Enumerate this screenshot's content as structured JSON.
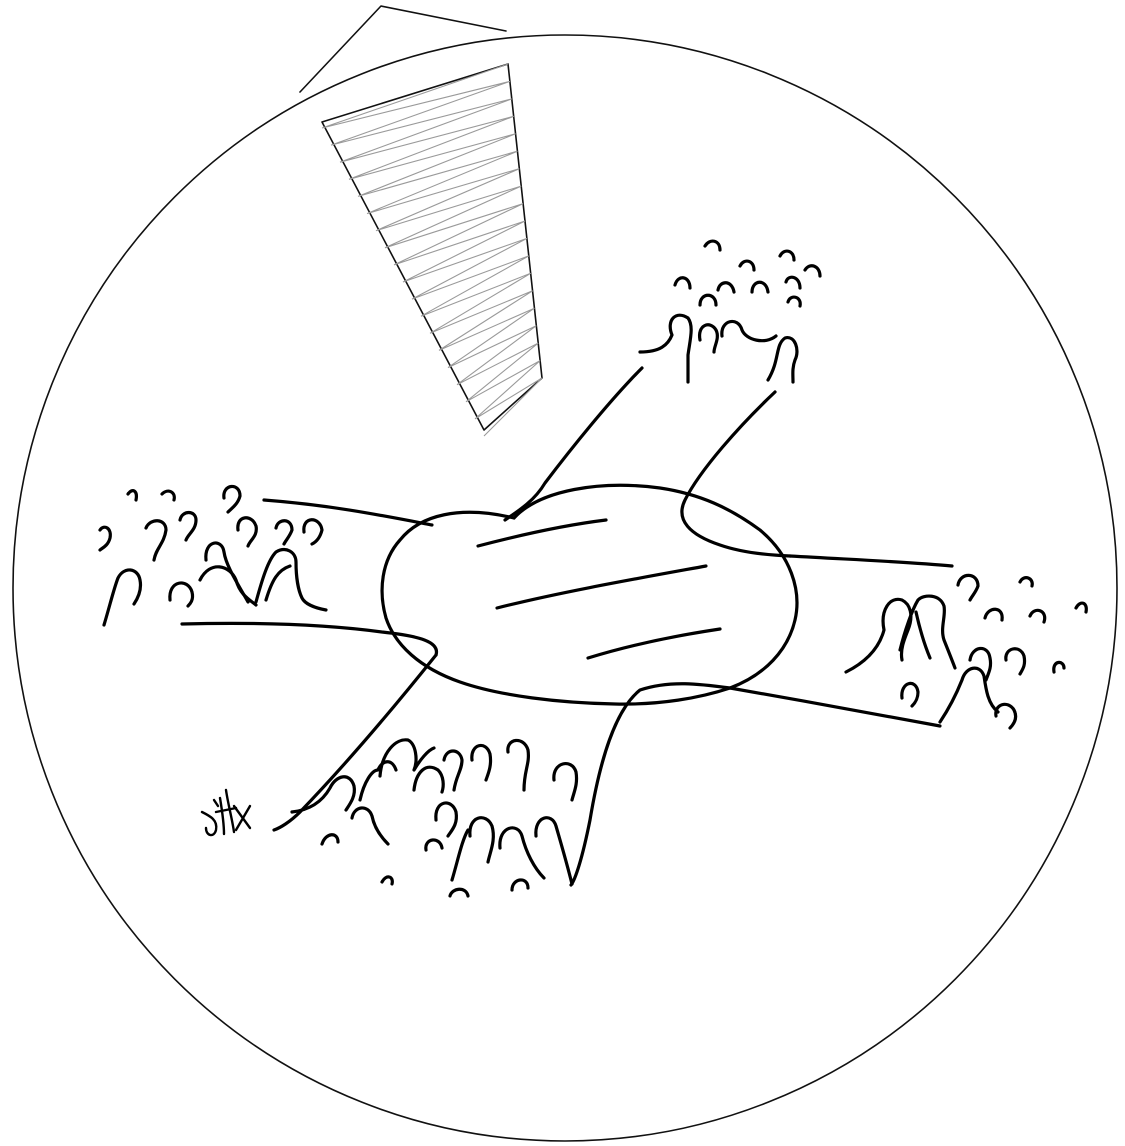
{
  "illustration": {
    "subject": "crowds-converging-on-round-table",
    "line_color": "#000000",
    "hatch_color": "#9a9a9a",
    "background": "#ffffff",
    "crowd_groups": [
      "top-right",
      "left",
      "right",
      "bottom"
    ],
    "signature_icon": "artist-signature-icon"
  }
}
